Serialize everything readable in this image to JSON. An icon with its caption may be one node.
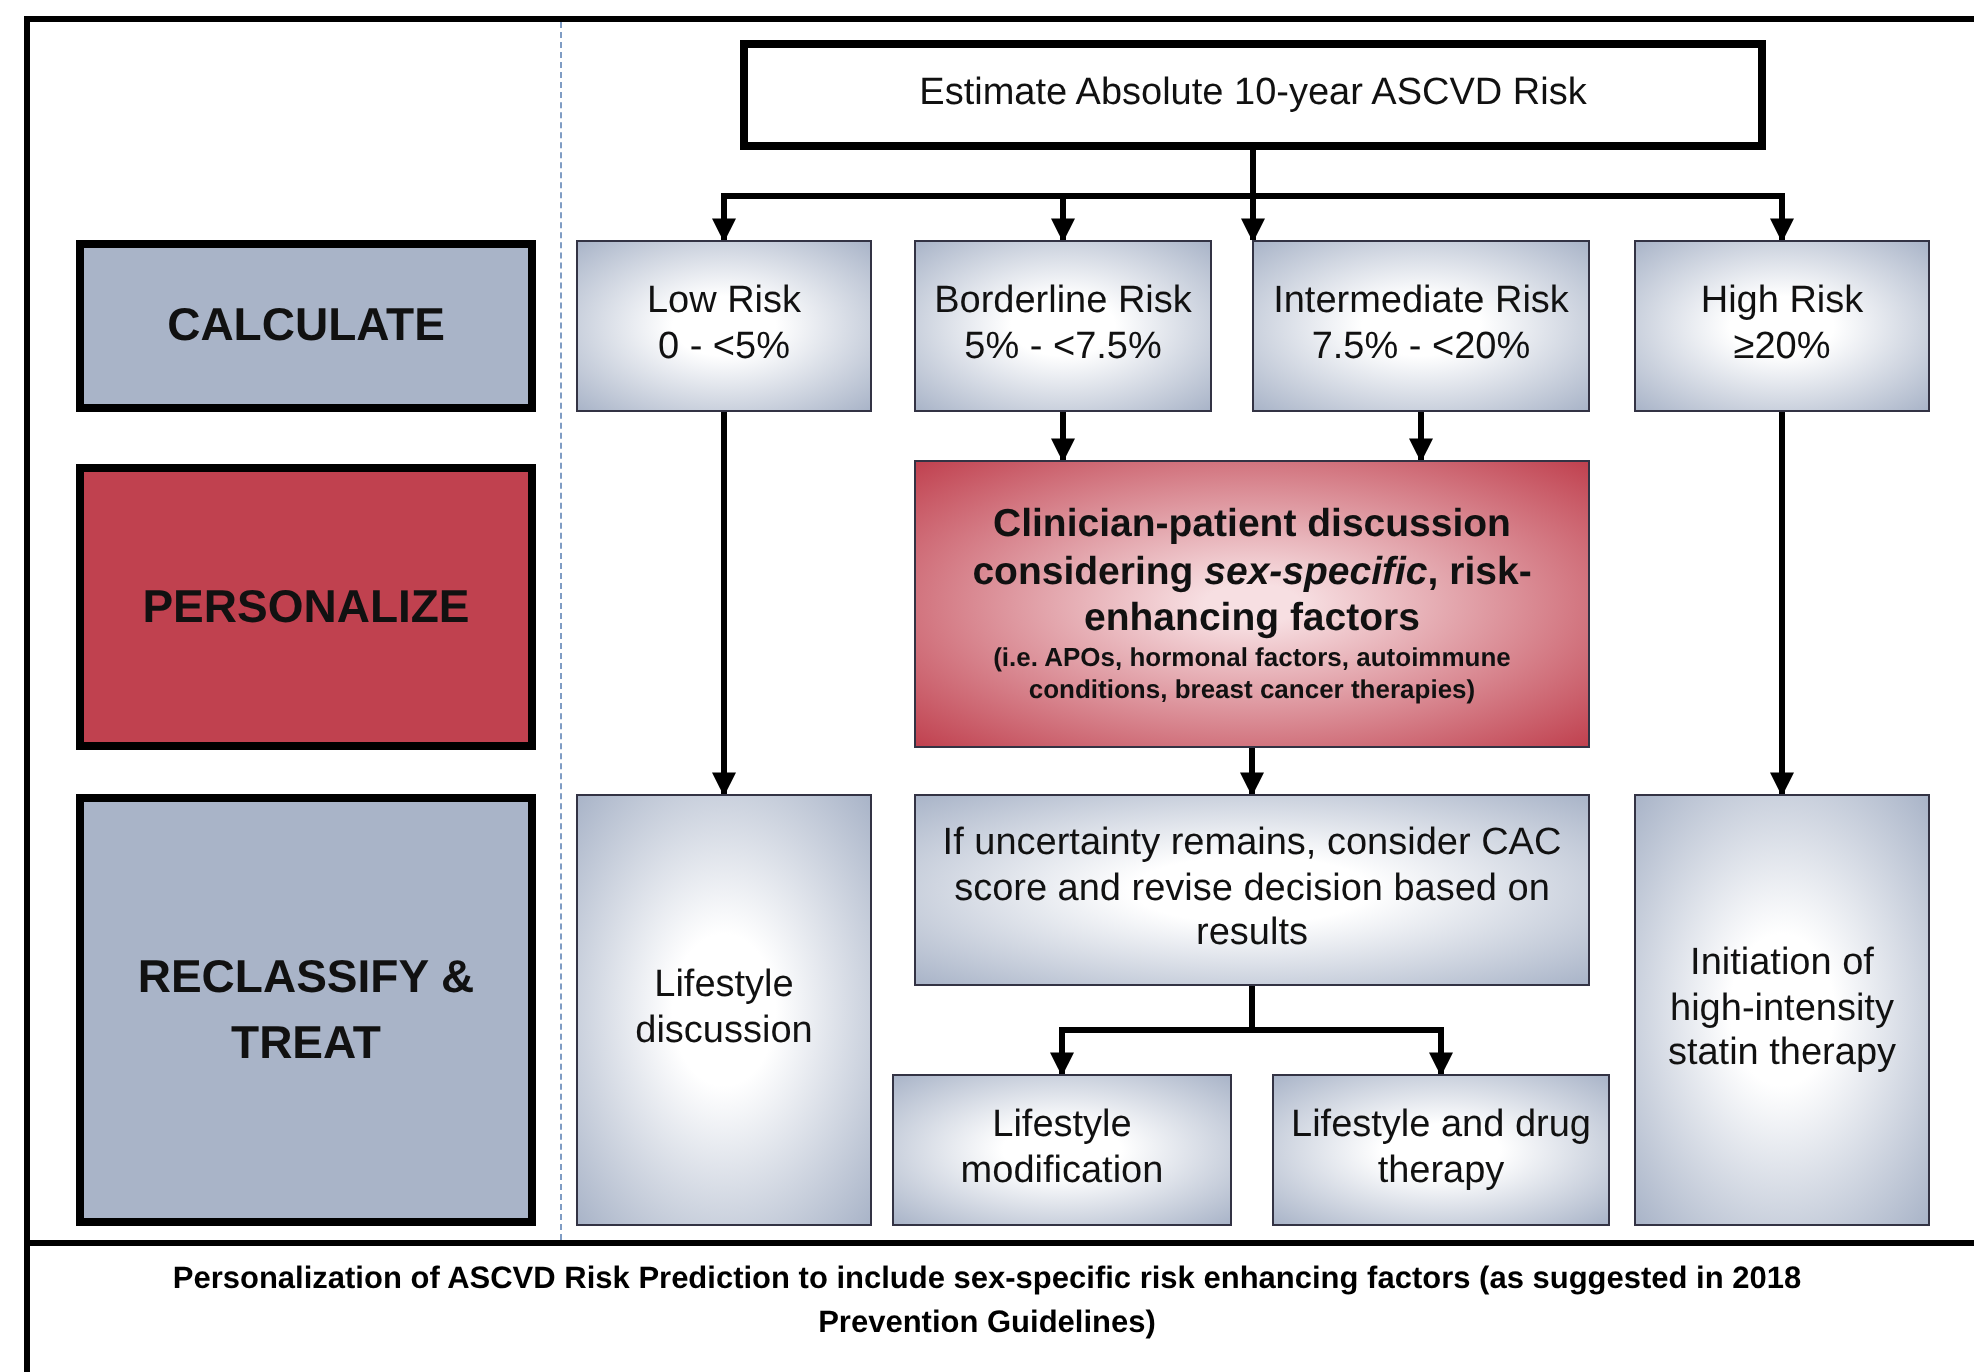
{
  "diagram": {
    "caption": "Personalization of ASCVD Risk Prediction to include sex-specific risk enhancing factors (as suggested in 2018 Prevention Guidelines)",
    "nodes": [
      {
        "text": [
          "Estimate Absolute 10-year ASCVD Risk"
        ]
      },
      {
        "text": [
          "CALCULATE"
        ]
      },
      {
        "text": [
          "PERSONALIZE"
        ]
      },
      {
        "text": [
          "RECLASSIFY & TREAT"
        ]
      },
      {
        "text": [
          "Low Risk",
          "0 - <5%"
        ]
      },
      {
        "text": [
          "Borderline Risk",
          "5% - <7.5%"
        ]
      },
      {
        "text": [
          "Intermediate Risk",
          "7.5% - <20%"
        ]
      },
      {
        "text": [
          "High Risk",
          "≥20%"
        ]
      },
      {
        "text": [
          "Clinician-patient discussion considering *sex-specific*, risk-enhancing factors",
          "(i.e. APOs, hormonal factors, autoimmune conditions, breast cancer therapies)"
        ]
      },
      {
        "text": [
          "Lifestyle discussion"
        ]
      },
      {
        "text": [
          "If uncertainty remains, consider CAC score and revise decision based on results"
        ]
      },
      {
        "text": [
          "Lifestyle modification"
        ]
      },
      {
        "text": [
          "Lifestyle and drug therapy"
        ]
      },
      {
        "text": [
          "Initiation of high-intensity statin therapy"
        ]
      }
    ],
    "edges": [
      {
        "from": 0,
        "to": 4,
        "arrow": "to"
      },
      {
        "from": 0,
        "to": 5,
        "arrow": "to"
      },
      {
        "from": 0,
        "to": 6,
        "arrow": "to"
      },
      {
        "from": 0,
        "to": 7,
        "arrow": "to"
      },
      {
        "from": 5,
        "to": 8,
        "arrow": "to"
      },
      {
        "from": 6,
        "to": 8,
        "arrow": "to"
      },
      {
        "from": 4,
        "to": 9,
        "arrow": "to"
      },
      {
        "from": 7,
        "to": 13,
        "arrow": "to"
      },
      {
        "from": 8,
        "to": 10,
        "arrow": "to"
      },
      {
        "from": 10,
        "to": 11,
        "arrow": "to"
      },
      {
        "from": 10,
        "to": 12,
        "arrow": "to"
      }
    ]
  }
}
